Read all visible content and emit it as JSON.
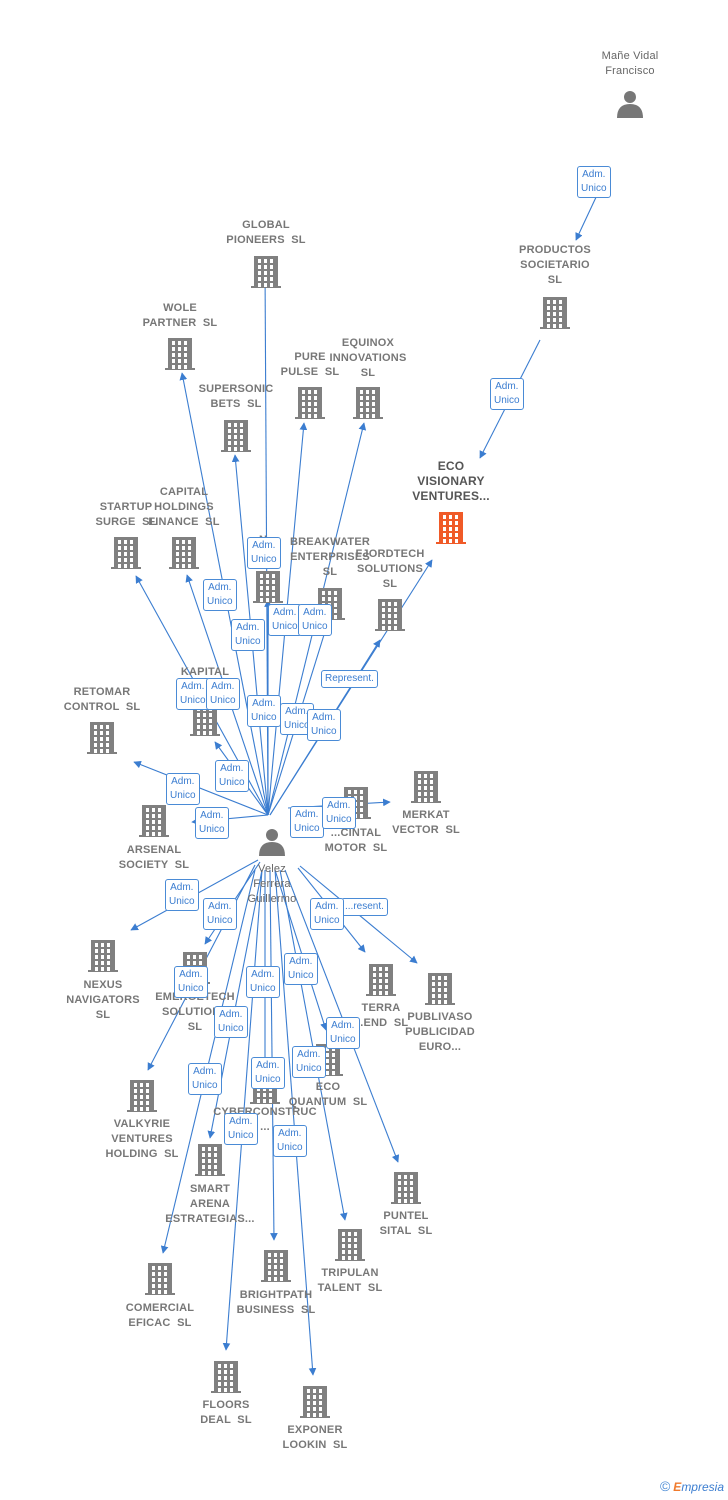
{
  "colors": {
    "edge": "#3b7dd0",
    "badge_border": "#4a8bd6",
    "company": "#808080",
    "highlight": "#f05a28",
    "person": "#777777"
  },
  "center_person": {
    "name": "Velez\nFerrera\nGuillermo"
  },
  "other_people": [
    {
      "name": "Mañe Vidal\nFrancisco"
    }
  ],
  "highlight_company": {
    "name": "ECO\nVISIONARY\nVENTURES..."
  },
  "companies": [
    {
      "name": "GLOBAL\nPIONEERS  SL"
    },
    {
      "name": "PRODUCTOS\nSOCIETARIO\nSL"
    },
    {
      "name": "WOLE\nPARTNER  SL"
    },
    {
      "name": "EQUINOX\nINNOVATIONS\nSL"
    },
    {
      "name": "PURE\nPULSE  SL"
    },
    {
      "name": "SUPERSONIC\nBETS  SL"
    },
    {
      "name": "CAPITAL\nHOLDINGS\nFINANCE  SL"
    },
    {
      "name": "STARTUP\nSURGE  SL"
    },
    {
      "name": "N..."
    },
    {
      "name": "BREAKWATER\nENTERPRISES\nSL"
    },
    {
      "name": "FJORDTECH\nSOLUTIONS\nSL"
    },
    {
      "name": "KAPITAL"
    },
    {
      "name": "RETOMAR\nCONTROL  SL"
    },
    {
      "name": "ARSENAL\nSOCIETY  SL"
    },
    {
      "name": "MERKAT\nVECTOR  SL"
    },
    {
      "name": "...CINTAL\nMOTOR  SL"
    },
    {
      "name": "NEXUS\nNAVIGATORS\nSL"
    },
    {
      "name": "EMERGETECH\nSOLUTIONS\nSL"
    },
    {
      "name": "TERRA\n...END  SL"
    },
    {
      "name": "PUBLIVASO\nPUBLICIDAD\nEURO..."
    },
    {
      "name": "ECO\nQUANTUM  SL"
    },
    {
      "name": "VALKYRIE\nVENTURES\nHOLDING  SL"
    },
    {
      "name": "CYBERCONSTRUC\n..."
    },
    {
      "name": "SMART\nARENA\nESTRATEGIAS..."
    },
    {
      "name": "PUNTEL\nSITAL  SL"
    },
    {
      "name": "TRIPULAN\nTALENT  SL"
    },
    {
      "name": "BRIGHTPATH\nBUSINESS  SL"
    },
    {
      "name": "COMERCIAL\nEFICAC  SL"
    },
    {
      "name": "FLOORS\nDEAL  SL"
    },
    {
      "name": "EXPONER\nLOOKIN  SL"
    }
  ],
  "relations": {
    "adm_unico": "Adm.\nUnico",
    "represent": "Represent.",
    "represent_partial": "...resent."
  },
  "footer": {
    "copyright": "©",
    "brand_e": "E",
    "brand_rest": "mpresia"
  }
}
